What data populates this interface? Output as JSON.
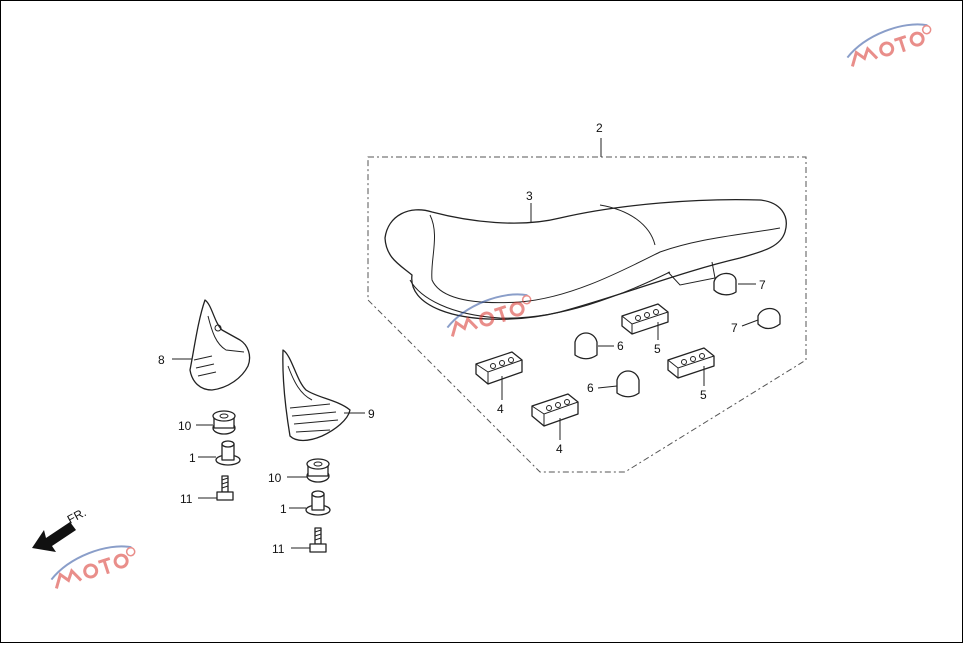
{
  "callouts": {
    "c1a": "1",
    "c1b": "1",
    "c2": "2",
    "c3": "3",
    "c4a": "4",
    "c4b": "4",
    "c5a": "5",
    "c5b": "5",
    "c6a": "6",
    "c6b": "6",
    "c7a": "7",
    "c7b": "7",
    "c8": "8",
    "c9": "9",
    "c10a": "10",
    "c10b": "10",
    "c11a": "11",
    "c11b": "11"
  },
  "direction": {
    "label": "FR."
  },
  "colors": {
    "line": "#222222",
    "watermark_red": "#d8322c",
    "watermark_blue": "#2b4f9e"
  }
}
